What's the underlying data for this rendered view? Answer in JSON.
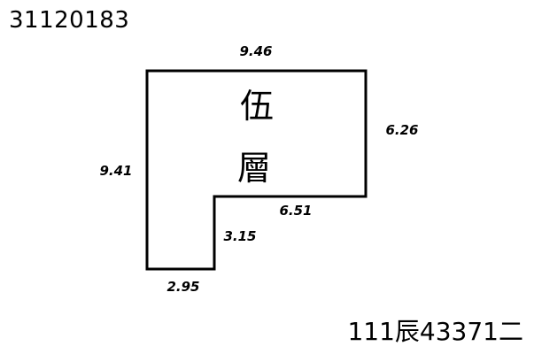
{
  "document": {
    "doc_number": "31120183",
    "record_number": "111辰43371二"
  },
  "floor_plan": {
    "floor_label_line1": "伍",
    "floor_label_line2": "層",
    "dimensions": {
      "top": "9.46",
      "right": "6.26",
      "left": "9.41",
      "inner_horizontal": "6.51",
      "inner_vertical": "3.15",
      "bottom": "2.95"
    }
  }
}
